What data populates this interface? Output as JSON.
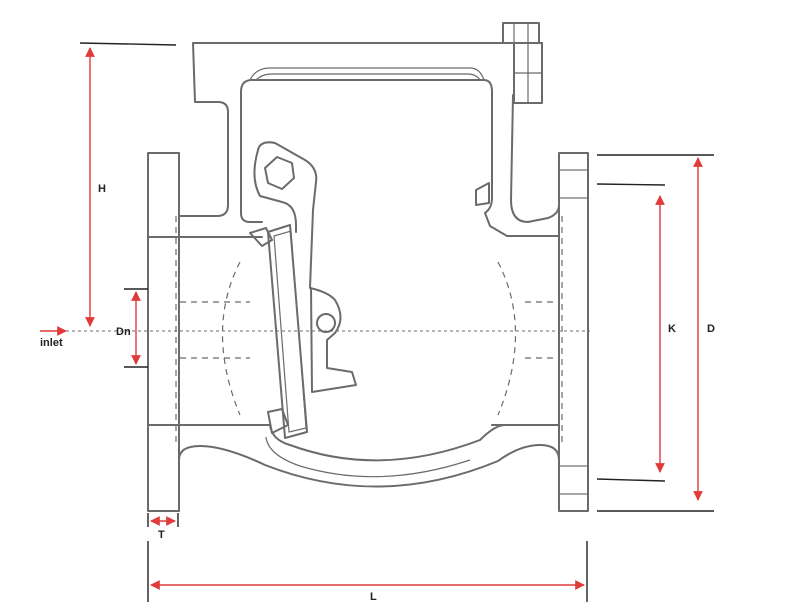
{
  "labels": {
    "inlet": "inlet",
    "dn": "Dn",
    "h": "H",
    "t": "T",
    "l": "L",
    "k": "K",
    "d": "D"
  },
  "colors": {
    "outline": "#6b6b6b",
    "dimension_arrow": "#e03a3a",
    "extension_line": "#222222"
  }
}
